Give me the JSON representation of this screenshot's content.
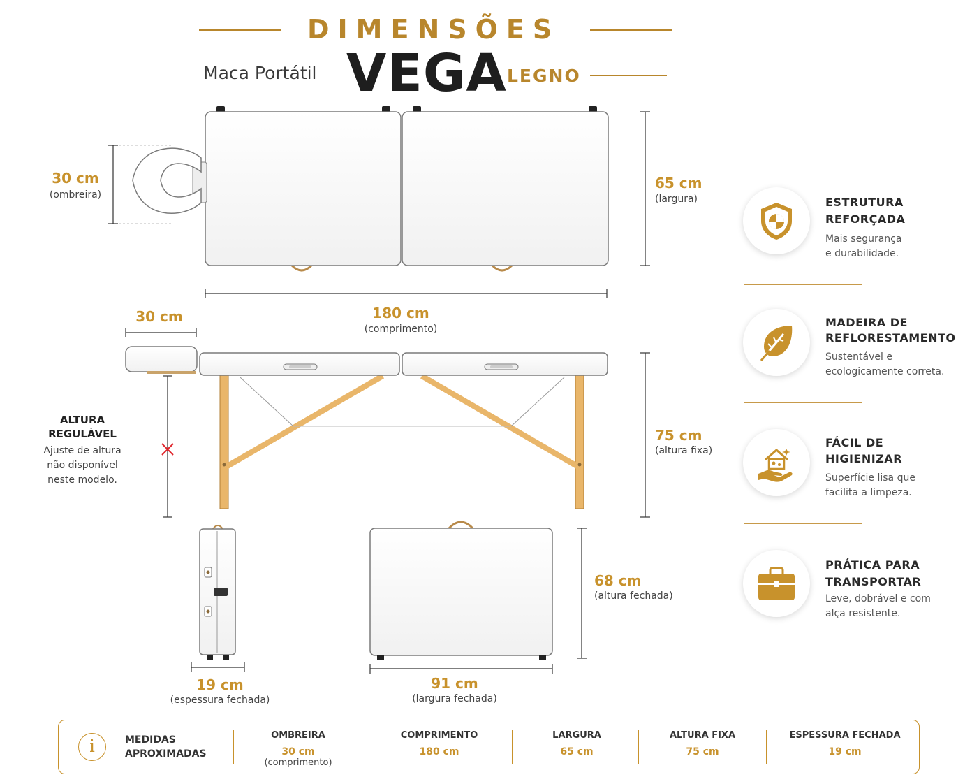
{
  "header": {
    "title": "DIMENSÕES",
    "subtitle": "Maca Portátil",
    "model": "VEGA",
    "variant": "LEGNO"
  },
  "dimensions": {
    "headrest_width": {
      "value": "30 cm",
      "note": "(ombreira)"
    },
    "width": {
      "value": "65 cm",
      "note": "(largura)"
    },
    "length": {
      "value": "180 cm",
      "note": "(comprimento)"
    },
    "headrest_length": {
      "value": "30 cm"
    },
    "height": {
      "value": "75 cm",
      "note": "(altura fixa)"
    },
    "thickness_closed": {
      "value": "19 cm",
      "note": "(espessura fechada)"
    },
    "width_closed": {
      "value": "91 cm",
      "note": "(largura fechada)"
    },
    "height_closed": {
      "value": "68 cm",
      "note": "(altura fechada)"
    }
  },
  "adjustable": {
    "title_line1": "ALTURA",
    "title_line2": "REGULÁVEL",
    "line1": "Ajuste de altura",
    "line2": "não disponível",
    "line3": "neste modelo."
  },
  "features": [
    {
      "icon": "shield-icon",
      "title1": "ESTRUTURA",
      "title2": "REFORÇADA",
      "text1": "Mais segurança",
      "text2": "e durabilidade."
    },
    {
      "icon": "leaf-icon",
      "title1": "MADEIRA DE",
      "title2": "REFLORESTAMENTO",
      "text1": "Sustentável e",
      "text2": "ecologicamente correta."
    },
    {
      "icon": "clean-hand-icon",
      "title1": "FÁCIL DE",
      "title2": "HIGIENIZAR",
      "text1": "Superfície lisa que",
      "text2": "facilita a limpeza."
    },
    {
      "icon": "briefcase-icon",
      "title1": "PRÁTICA PARA",
      "title2": "TRANSPORTAR",
      "text1": "Leve, dobrável e com",
      "text2": "alça resistente."
    }
  ],
  "summary": {
    "label_line1": "MEDIDAS",
    "label_line2": "APROXIMADAS",
    "columns": [
      {
        "header": "OMBREIRA",
        "value": "30 cm",
        "note": "(comprimento)"
      },
      {
        "header": "COMPRIMENTO",
        "value": "180 cm",
        "note": ""
      },
      {
        "header": "LARGURA",
        "value": "65 cm",
        "note": ""
      },
      {
        "header": "ALTURA FIXA",
        "value": "75 cm",
        "note": ""
      },
      {
        "header": "ESPESSURA FECHADA",
        "value": "19 cm",
        "note": ""
      }
    ]
  },
  "colors": {
    "accent": "#c8922c",
    "wood": "#e9b66a",
    "dark": "#1e1e1e"
  }
}
